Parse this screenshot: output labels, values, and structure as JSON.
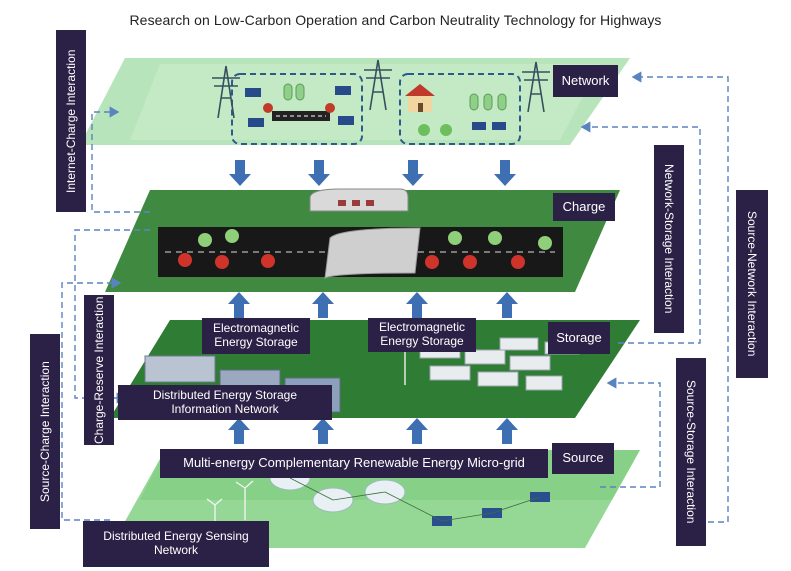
{
  "title": "Research on Low-Carbon Operation and Carbon Neutrality Technology for Highways",
  "layers": {
    "network": "Network",
    "charge": "Charge",
    "storage": "Storage",
    "source": "Source"
  },
  "labels": {
    "em_storage_left": "Electromagnetic Energy Storage",
    "em_storage_right": "Electromagnetic Energy Storage",
    "distributed_storage_network": "Distributed Energy Storage Information Network",
    "microgrid": "Multi-energy Complementary Renewable Energy Micro-grid",
    "sensing_network": "Distributed Energy Sensing Network"
  },
  "interactions": {
    "internet_charge": "Internet-Charge Interaction",
    "charge_reserve": "Charge-Reserve Interaction",
    "source_charge": "Source-Charge Interaction",
    "network_storage": "Network-Storage Interaction",
    "source_network": "Source-Network Interaction",
    "source_storage": "Source-Storage Interaction"
  },
  "colors": {
    "label_bg": "#2b2146",
    "network_layer": "#a9dcae",
    "charge_layer": "#3f8a40",
    "storage_layer": "#2f7d35",
    "source_layer": "#8fd48f",
    "arrow_blue": "#3f6fb3",
    "dashed_line": "#5a84bf"
  }
}
